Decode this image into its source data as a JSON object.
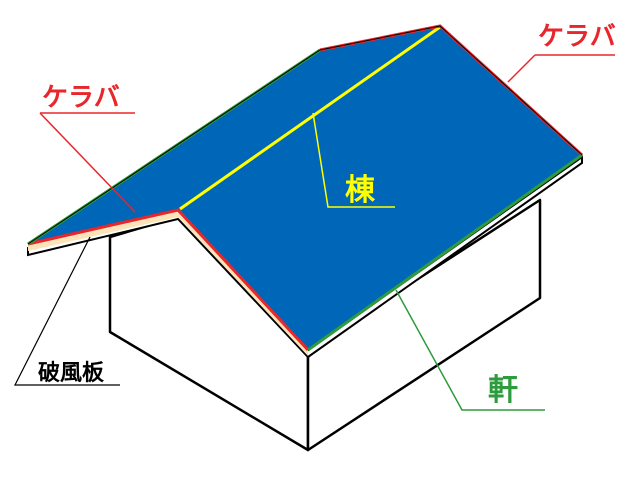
{
  "labels": {
    "keraba_left": "ケラバ",
    "keraba_right": "ケラバ",
    "mune": "棟",
    "noki": "軒",
    "hafuita": "破風板"
  },
  "colors": {
    "roof": "#0066b8",
    "ridge": "#ffff00",
    "keraba": "#e8262b",
    "noki": "#2e9b3c",
    "hafuita": "#fde3b8",
    "outline": "#000000",
    "background": "#ffffff"
  }
}
